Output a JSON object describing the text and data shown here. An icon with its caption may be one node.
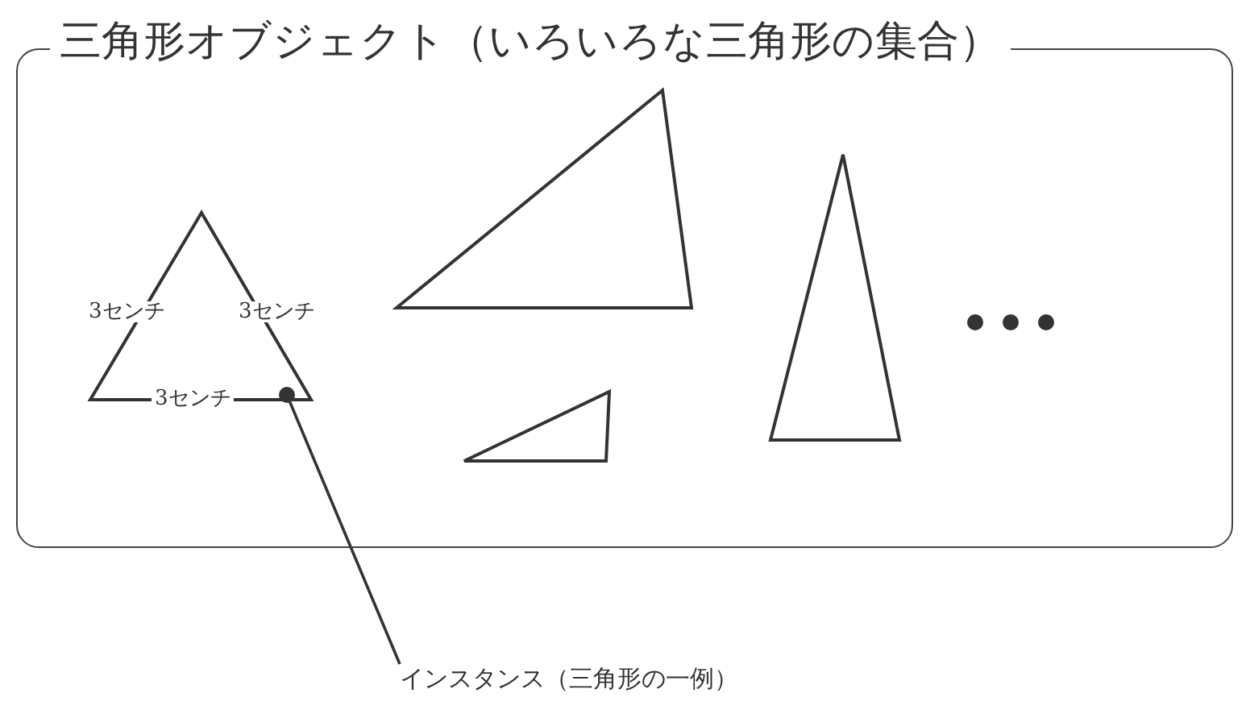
{
  "diagram": {
    "nodes": [
      {
        "text": [
          "三角形オブジェクト（いろいろな三角形の集合）"
        ]
      },
      {
        "text": [
          "3センチ",
          "3センチ",
          "3センチ"
        ],
        "in": 0
      },
      {
        "text": [],
        "shape": "triangle",
        "in": 0
      },
      {
        "text": [],
        "shape": "triangle",
        "in": 0
      },
      {
        "text": [],
        "shape": "triangle",
        "in": 0
      },
      {
        "text": [
          "インスタンス（三角形の一例）"
        ]
      }
    ],
    "edges": [
      {
        "from": 5,
        "to": 1,
        "arrow": "other"
      }
    ]
  }
}
